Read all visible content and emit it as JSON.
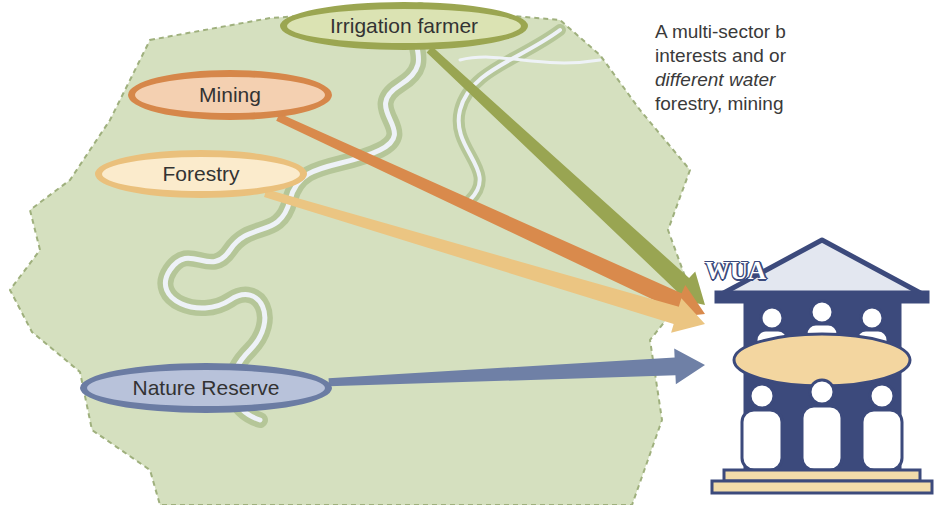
{
  "diagram": {
    "nodes": [
      {
        "text": [
          "Irrigation farmer"
        ]
      },
      {
        "text": [
          "Mining"
        ]
      },
      {
        "text": [
          "Forestry"
        ]
      },
      {
        "text": [
          "Nature Reserve"
        ]
      },
      {
        "text": [
          "WUA"
        ]
      }
    ],
    "edges": [
      {
        "from": 0,
        "to": 4,
        "arrow": "to"
      },
      {
        "from": 1,
        "to": 4,
        "arrow": "to"
      },
      {
        "from": 2,
        "to": 4,
        "arrow": "to"
      },
      {
        "from": 3,
        "to": 4,
        "arrow": "to"
      }
    ],
    "labels": [
      "A multi-sector b",
      "interests and or",
      "different water",
      "forestry, mining"
    ]
  }
}
